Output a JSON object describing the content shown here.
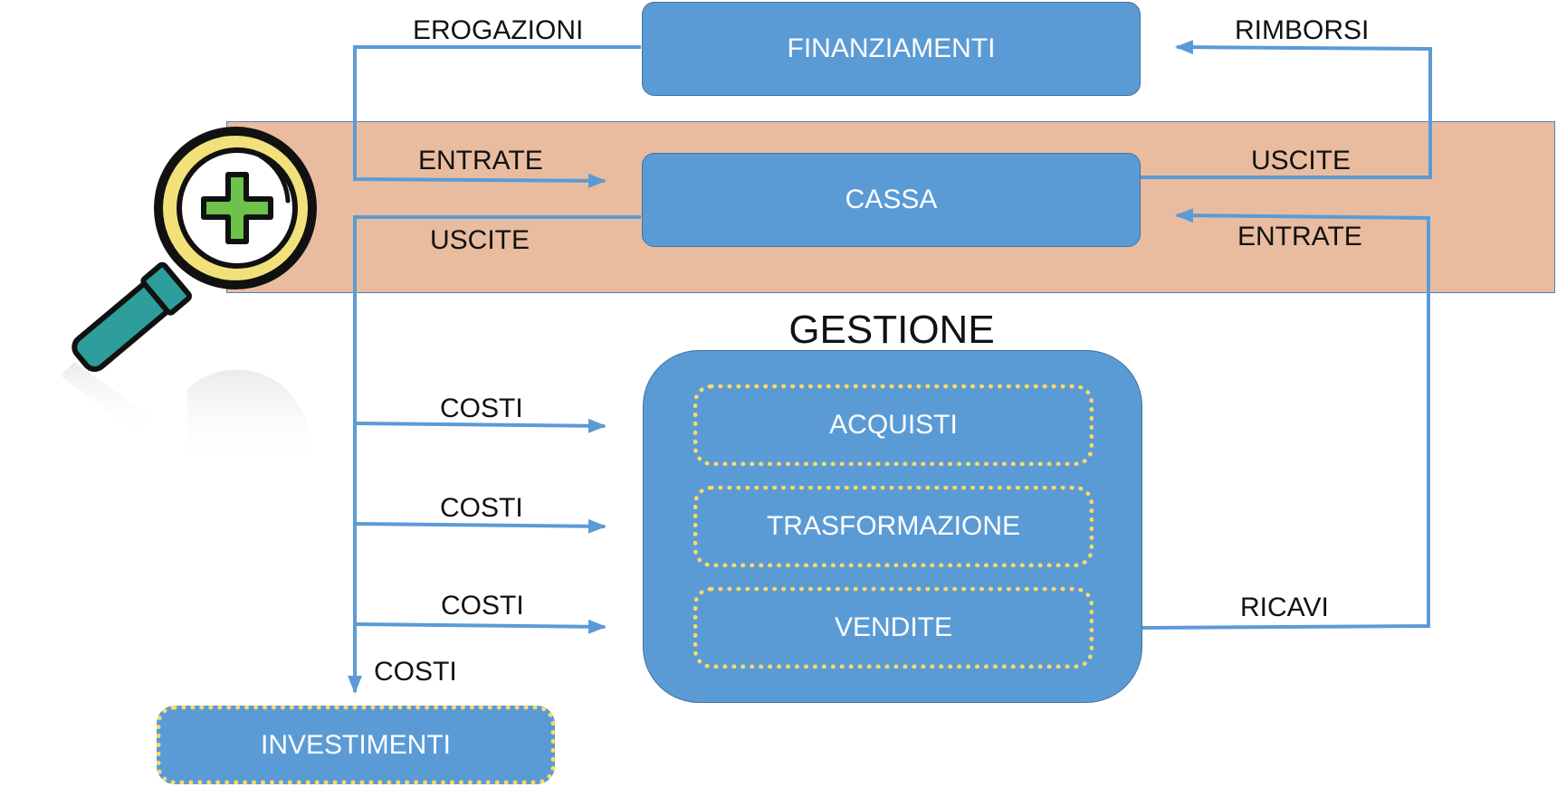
{
  "colors": {
    "box_fill": "#5b9bd5",
    "arrow": "#5b9bd5",
    "band": "#e9bc9f",
    "dotted_border": "#ffd966",
    "text_on_box": "#ffffff"
  },
  "icon": "magnifier-plus-icon",
  "boxes": {
    "finanziamenti": "FINANZIAMENTI",
    "cassa": "CASSA",
    "gestione_title": "GESTIONE",
    "acquisti": "ACQUISTI",
    "trasformazione": "TRASFORMAZIONE",
    "vendite": "VENDITE",
    "investimenti": "INVESTIMENTI"
  },
  "flows": {
    "erogazioni": "EROGAZIONI",
    "entrate_left": "ENTRATE",
    "uscite_left": "USCITE",
    "rimborsi": "RIMBORSI",
    "uscite_right": "USCITE",
    "entrate_right": "ENTRATE",
    "costi_acquisti": "COSTI",
    "costi_trasformazione": "COSTI",
    "costi_vendite": "COSTI",
    "costi_investimenti": "COSTI",
    "ricavi": "RICAVI"
  }
}
